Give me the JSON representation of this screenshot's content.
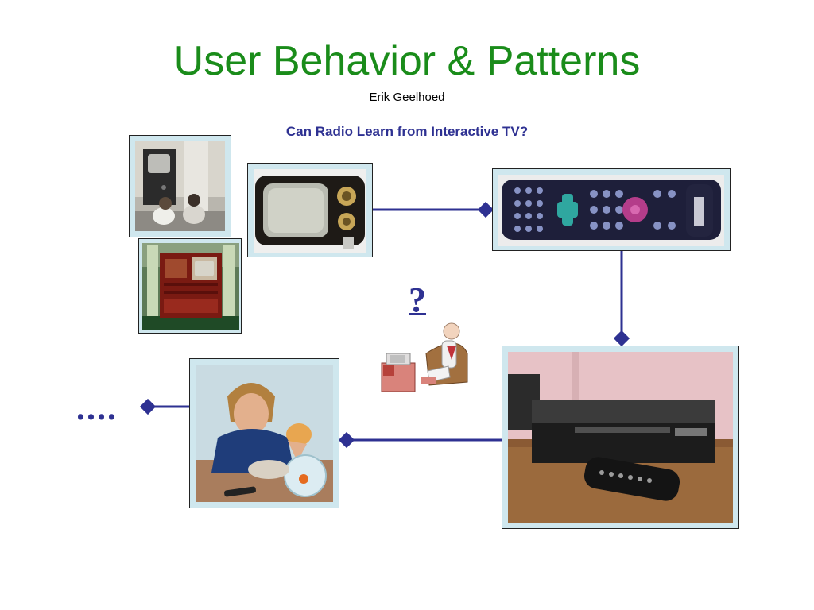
{
  "slide": {
    "title": "User Behavior & Patterns",
    "author": "Erik Geelhoed",
    "subtitle": "Can Radio Learn from Interactive TV?",
    "question_mark": "?",
    "continuation": "...."
  },
  "colors": {
    "title": "#1a8c1a",
    "accent": "#2e3192",
    "frame_fill": "#cfe7ee"
  },
  "images": [
    "vintage-tv-children-photo",
    "wooden-tv-cabinet-photo",
    "portable-tv-photo",
    "remote-control-photo",
    "vcr-with-remote-photo",
    "woman-with-goldfish-bowl-photo",
    "man-watching-tv-clipart"
  ]
}
